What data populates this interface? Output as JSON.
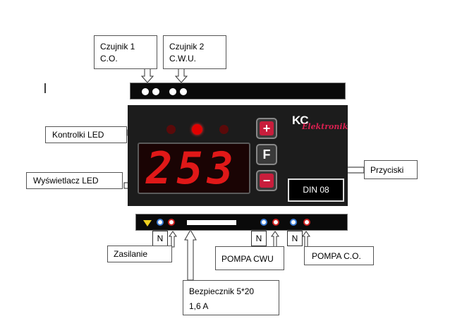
{
  "labels": {
    "sensor1_line1": "Czujnik 1",
    "sensor1_line2": "C.O.",
    "sensor2_line1": "Czujnik 2",
    "sensor2_line2": "C.W.U.",
    "led_indicators": "Kontrolki LED",
    "led_display": "Wyświetlacz LED",
    "buttons": "Przyciski",
    "power": "Zasilanie",
    "pump_cwu": "POMPA CWU",
    "pump_co": "POMPA  C.O.",
    "fuse_line1": "Bezpiecznik  5*20",
    "fuse_line2": "1,6 A"
  },
  "device": {
    "brand_kc": "KC",
    "brand_name": "Elektronik",
    "model": "DIN 08",
    "display_value": "253",
    "btn_plus": "+",
    "btn_f": "F",
    "btn_minus": "−",
    "n_label": "N"
  },
  "colors": {
    "body": "#1c1c1c",
    "display_red": "#e01818",
    "led_on": "#e00000",
    "led_off": "#5a0a0a",
    "btn_red": "#c81e3c"
  }
}
